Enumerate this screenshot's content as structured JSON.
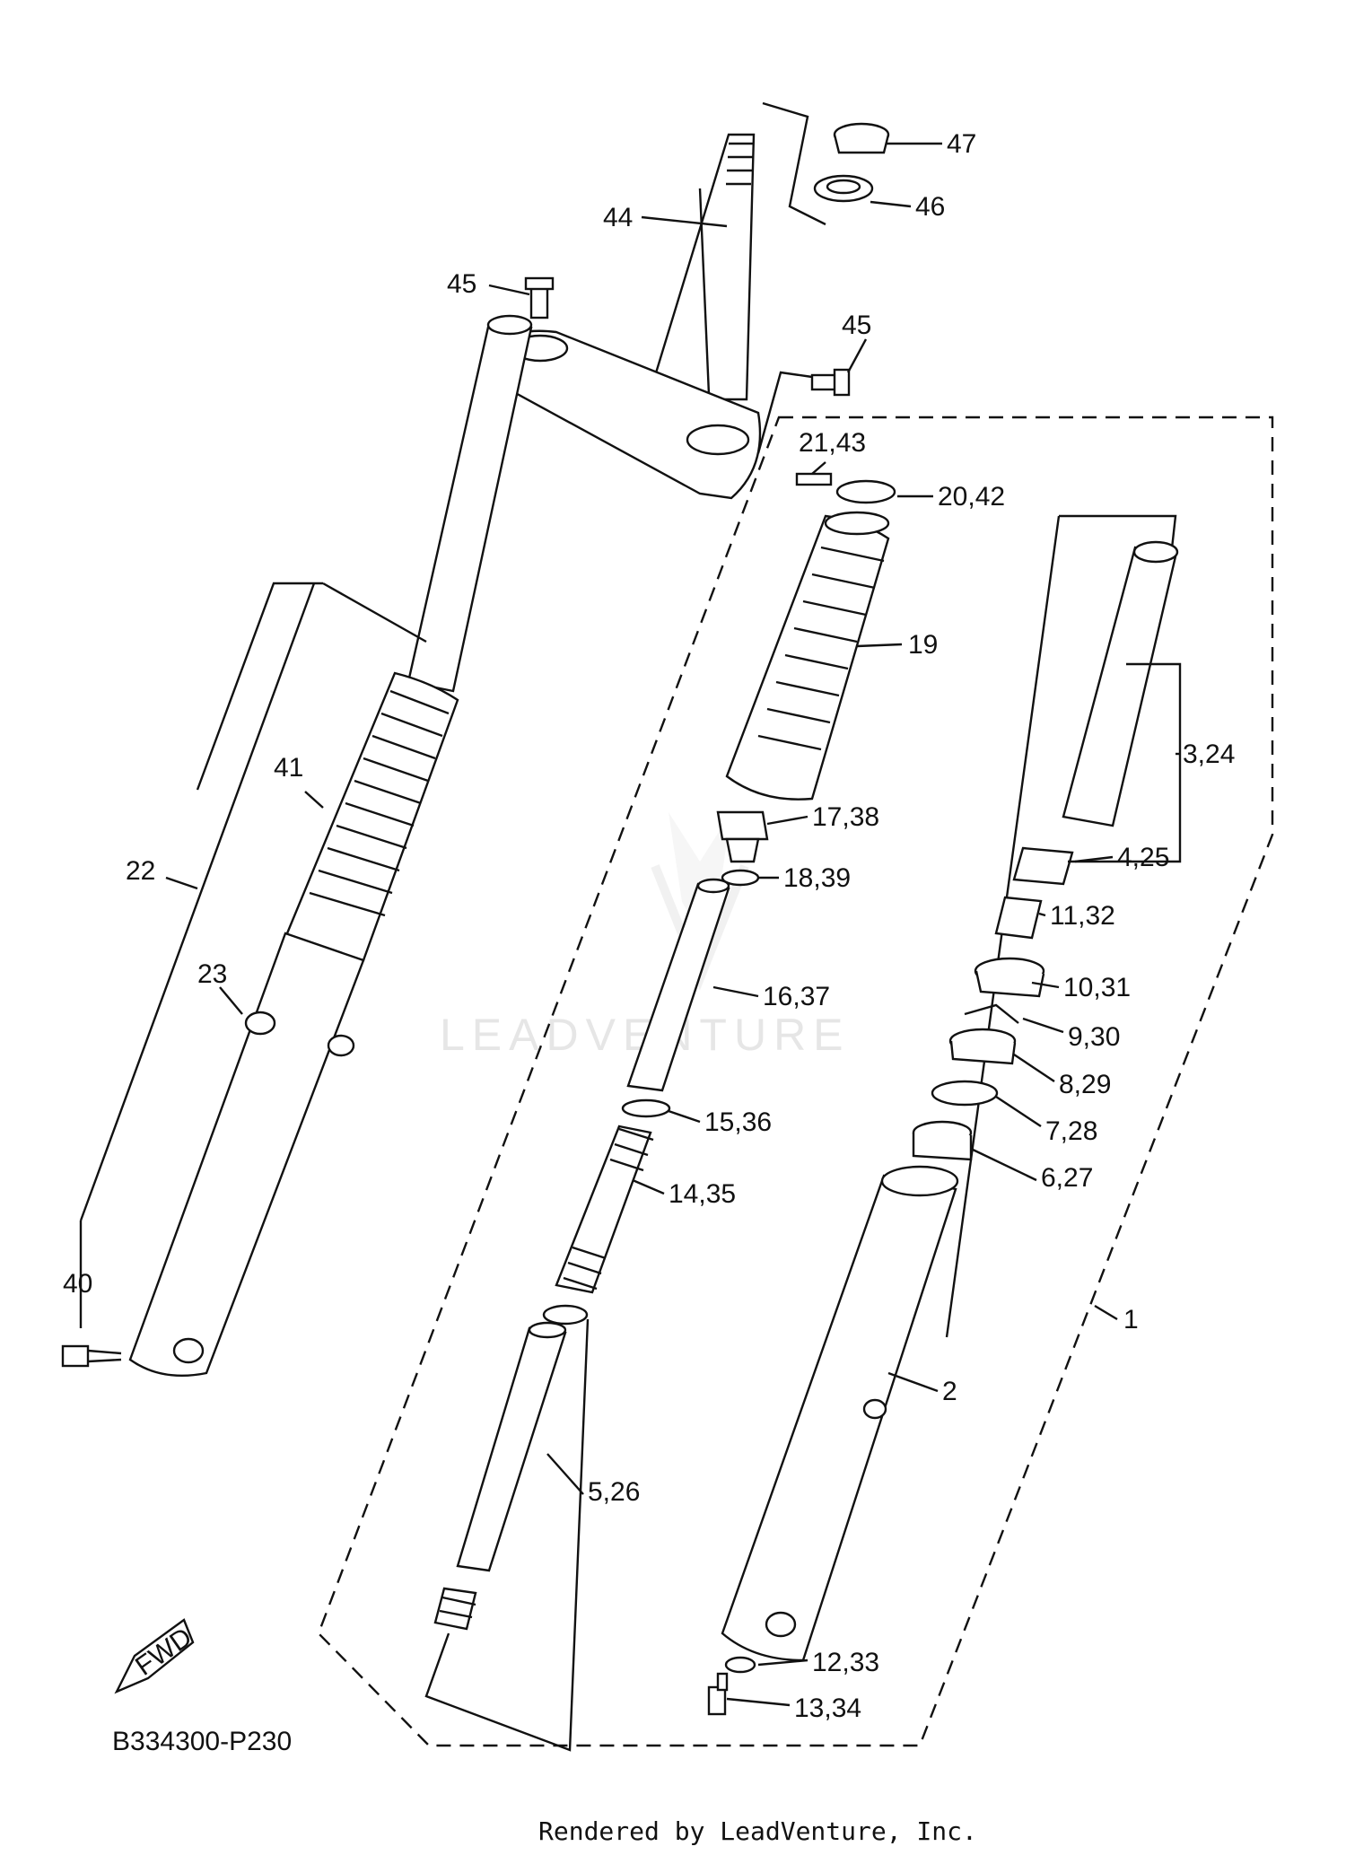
{
  "diagram": {
    "code": "B334300-P230",
    "fwd_label": "FWD",
    "watermark": "LEADVENTURE",
    "footer": "Rendered by LeadVenture, Inc.",
    "callouts": [
      "47",
      "46",
      "44",
      "45",
      "45",
      "21,43",
      "20,42",
      "19",
      "3,24",
      "41",
      "17,38",
      "4,25",
      "18,39",
      "22",
      "11,32",
      "23",
      "16,37",
      "10,31",
      "9,30",
      "8,29",
      "15,36",
      "7,28",
      "14,35",
      "6,27",
      "40",
      "1",
      "2",
      "5,26",
      "12,33",
      "13,34"
    ]
  }
}
